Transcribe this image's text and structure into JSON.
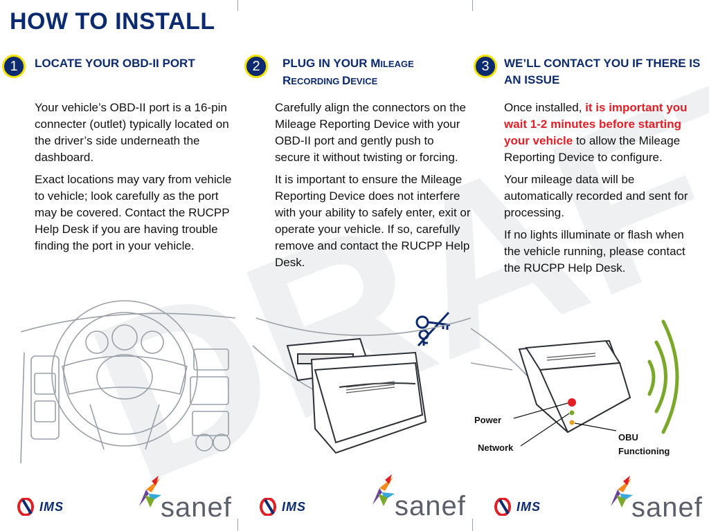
{
  "page": {
    "title": "HOW TO INSTALL"
  },
  "steps": [
    {
      "number": "1",
      "heading": "LOCATE YOUR OBD-II PORT",
      "paragraphs": [
        "Your vehicle’s OBD-II port is a 16-pin connecter (outlet) typically located on the driver’s side underneath the dashboard.",
        "Exact locations may vary from vehicle to vehicle; look carefully as the port may be covered. Contact the RUCPP Help Desk if you are having trouble finding the port in your vehicle."
      ]
    },
    {
      "number": "2",
      "heading_line1_a": "PLUG IN YOUR M",
      "heading_line1_b": "ILEAGE",
      "heading_line2_a": "R",
      "heading_line2_b": "ECORDING ",
      "heading_line2_c": "D",
      "heading_line2_d": "EVICE",
      "paragraphs": [
        "Carefully align the connectors on the Mileage Reporting Device with your OBD-II port and gently push to secure it without twisting or forcing.",
        "It is important to ensure the Mileage Reporting Device does not interfere with your ability to safely enter, exit or operate your vehicle. If so, carefully remove and contact the RUCPP Help Desk."
      ]
    },
    {
      "number": "3",
      "heading": "WE’LL CONTACT YOU IF THERE IS AN ISSUE",
      "p1_start": "Once installed, ",
      "p1_red": "it is important you wait 1-2 minutes before starting your vehicle",
      "p1_end": " to allow the Mileage Reporting Device to configure.",
      "paragraphs": [
        "Your mileage data will be automatically recorded and sent for processing.",
        "If no lights illuminate or flash when the vehicle running, please contact the RUCPP Help Desk."
      ],
      "labels": {
        "power": "Power",
        "network": "Network",
        "obu_1": "OBU",
        "obu_2": "Functioning"
      }
    }
  ],
  "watermark": "DRAFT",
  "logos": {
    "ims": "IMS",
    "sanef": "sanef"
  },
  "colors": {
    "navy": "#0b2a6f",
    "yellow": "#f2e200",
    "red": "#e01f26",
    "green": "#7aa82a"
  },
  "icons": {
    "no_keys": "no-keys-icon"
  }
}
